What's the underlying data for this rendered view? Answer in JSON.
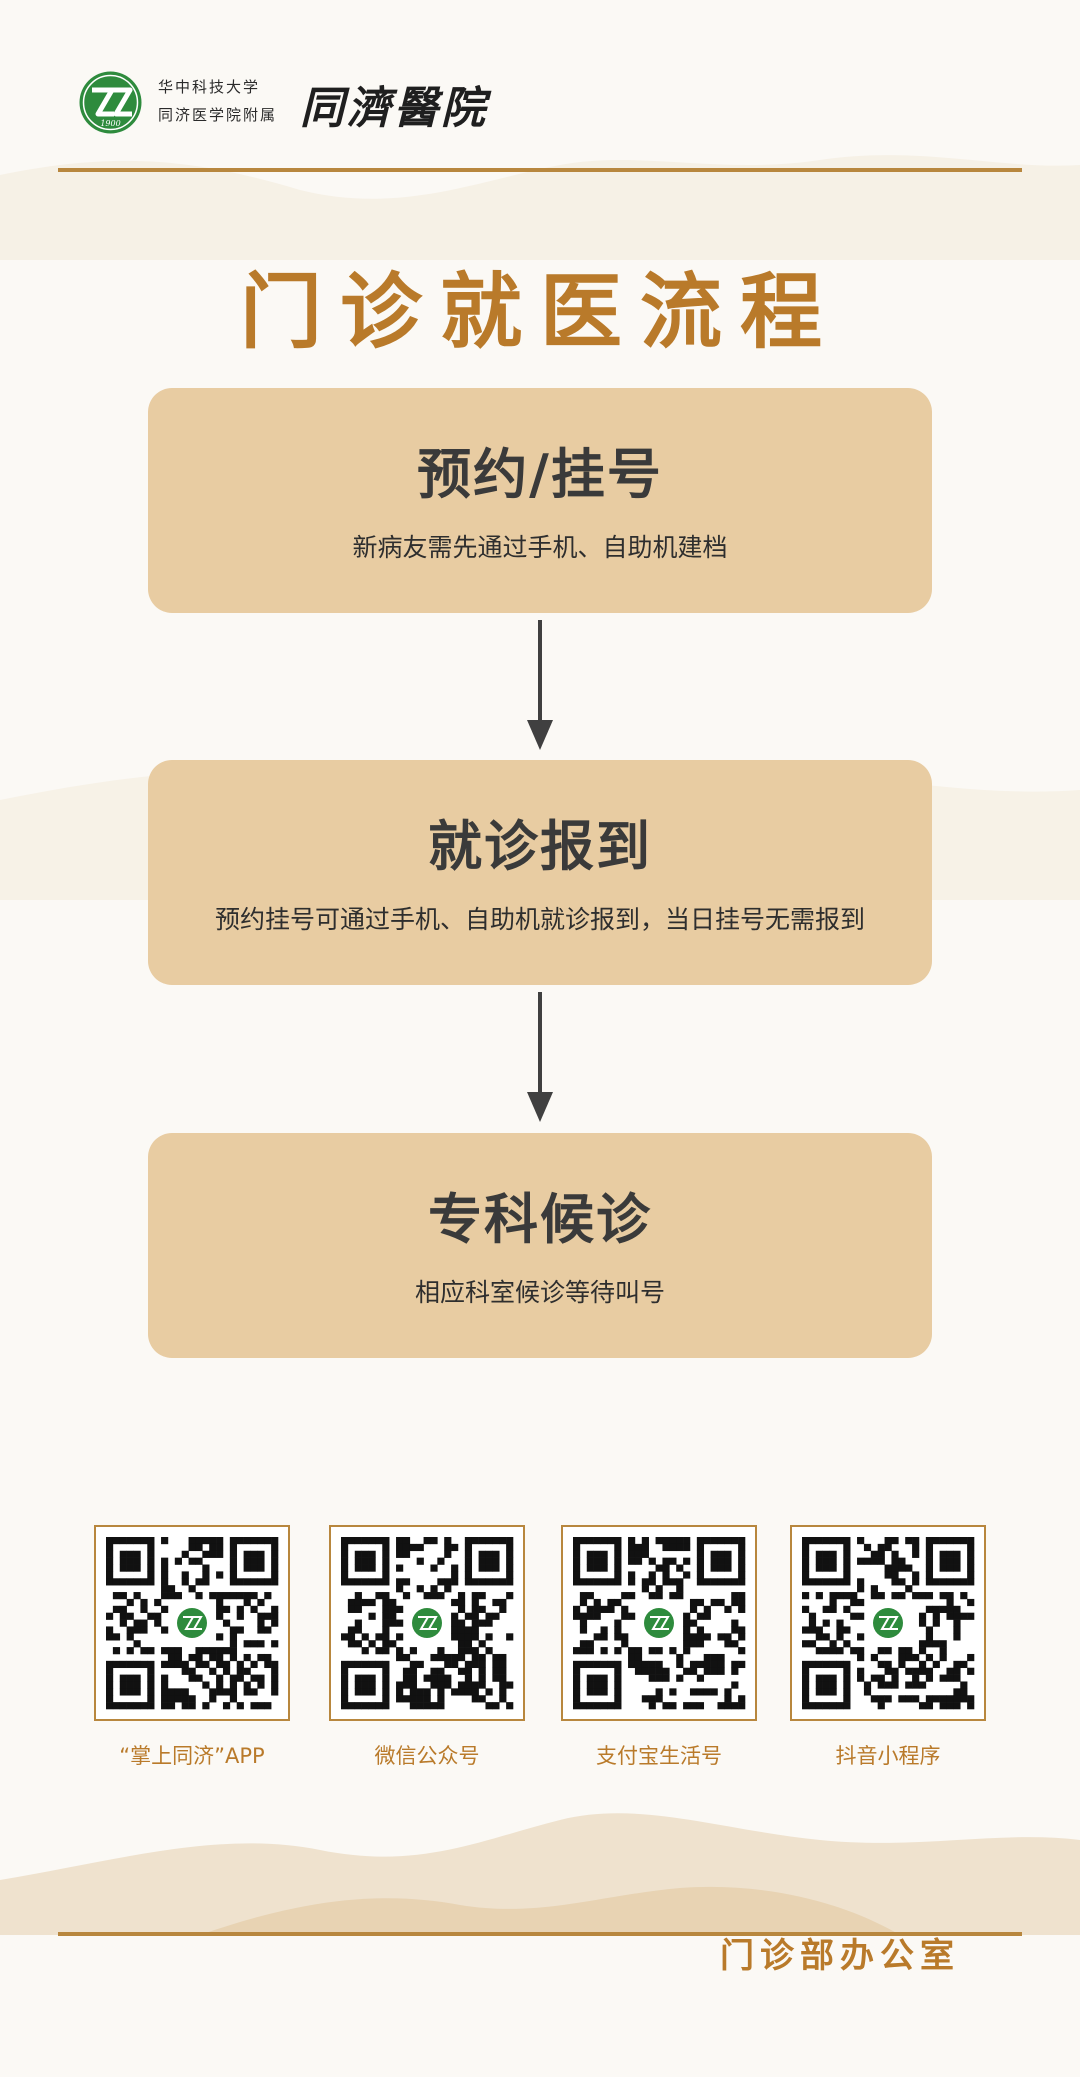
{
  "header": {
    "logo_year": "1900",
    "university_line1": "华中科技大学",
    "university_line2": "同济医学院附属",
    "hospital_name": "同濟醫院"
  },
  "title": "门诊就医流程",
  "steps": [
    {
      "title": "预约/挂号",
      "subtitle": "新病友需先通过手机、自助机建档"
    },
    {
      "title": "就诊报到",
      "subtitle": "预约挂号可通过手机、自助机就诊报到，当日挂号无需报到"
    },
    {
      "title": "专科候诊",
      "subtitle": "相应科室候诊等待叫号"
    }
  ],
  "qr_codes": [
    {
      "label": "“掌上同济”APP"
    },
    {
      "label": "微信公众号"
    },
    {
      "label": "支付宝生活号"
    },
    {
      "label": "抖音小程序"
    }
  ],
  "footer": {
    "department": "门诊部办公室"
  },
  "colors": {
    "accent": "#b97a2a",
    "card": "#e8cca2",
    "divider": "#b8873e",
    "logo_green": "#2e8b3d"
  }
}
